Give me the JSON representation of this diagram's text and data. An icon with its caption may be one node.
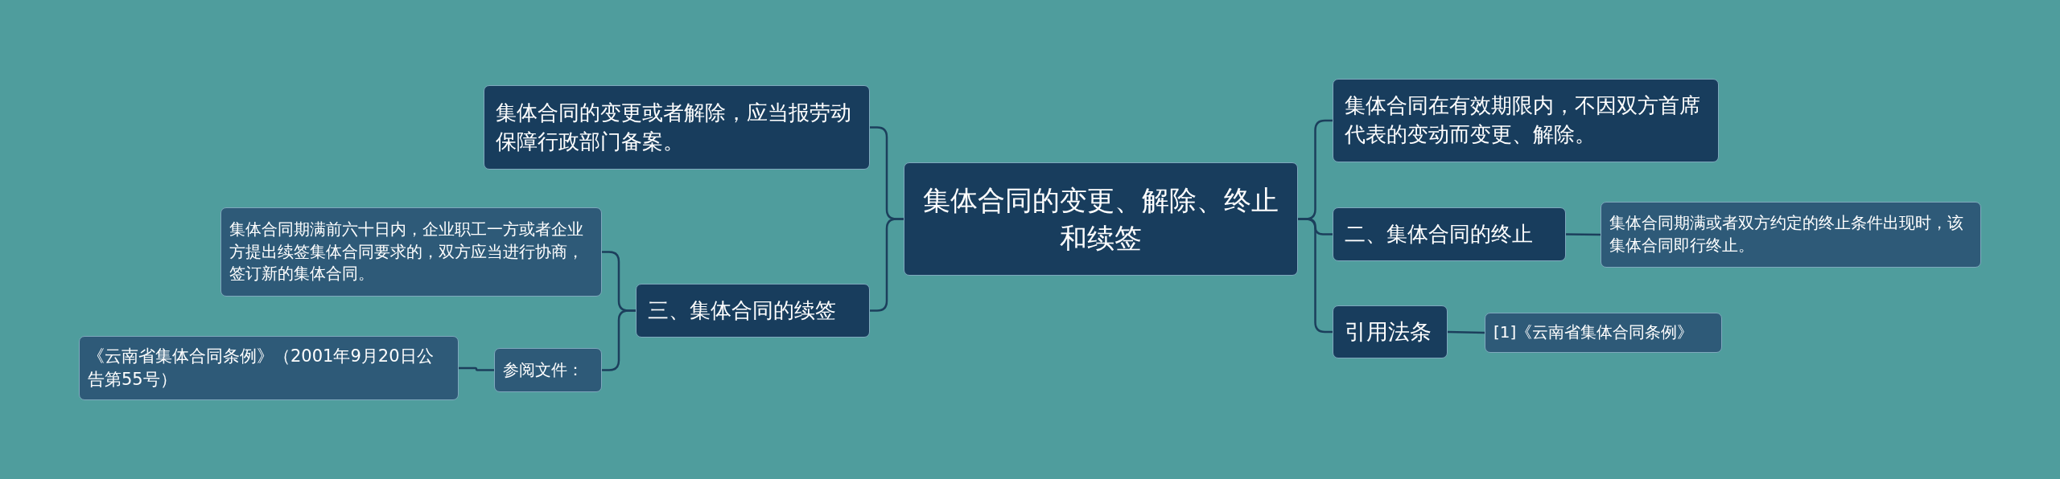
{
  "diagram": {
    "nodes": [
      {
        "text": [
          "集体合同的变更、解除、终止和续签"
        ]
      },
      {
        "text": [
          "集体合同的变更或者解除，应当报劳动保障行政部门备案。"
        ]
      },
      {
        "text": [
          "三、集体合同的续签"
        ]
      },
      {
        "text": [
          "集体合同期满前六十日内，企业职工一方或者企业方提出续签集体合同要求的，双方应当进行协商，签订新的集体合同。"
        ]
      },
      {
        "text": [
          "参阅文件："
        ]
      },
      {
        "text": [
          "《云南省集体合同条例》（2001年9月20日公告第55号）"
        ]
      },
      {
        "text": [
          "集体合同在有效期限内，不因双方首席代表的变动而变更、解除。"
        ]
      },
      {
        "text": [
          "二、集体合同的终止"
        ]
      },
      {
        "text": [
          "集体合同期满或者双方约定的终止条件出现时，该集体合同即行终止。"
        ]
      },
      {
        "text": [
          "引用法条"
        ]
      },
      {
        "text": [
          "[1]《云南省集体合同条例》"
        ]
      }
    ],
    "edges": [
      {
        "from": 0,
        "to": 1,
        "arrow": "none"
      },
      {
        "from": 0,
        "to": 2,
        "arrow": "none"
      },
      {
        "from": 2,
        "to": 3,
        "arrow": "none"
      },
      {
        "from": 2,
        "to": 4,
        "arrow": "none"
      },
      {
        "from": 4,
        "to": 5,
        "arrow": "none"
      },
      {
        "from": 0,
        "to": 6,
        "arrow": "none"
      },
      {
        "from": 0,
        "to": 7,
        "arrow": "none"
      },
      {
        "from": 7,
        "to": 8,
        "arrow": "none"
      },
      {
        "from": 0,
        "to": 9,
        "arrow": "none"
      },
      {
        "from": 9,
        "to": 10,
        "arrow": "none"
      }
    ]
  }
}
